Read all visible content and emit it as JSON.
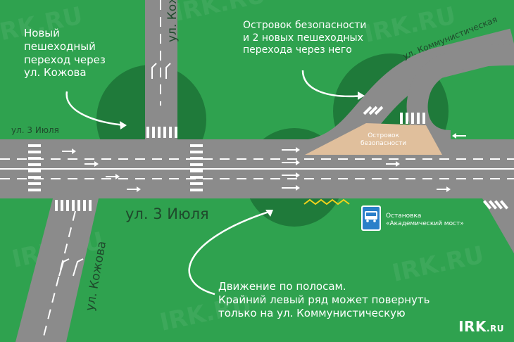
{
  "annotations": {
    "new_crossing": "Новый\nпешеходный\nпереход через\nул. Кожова",
    "safety_island_note": "Островок безопасности\nи 2 новых пешеходных\nперехода через него",
    "lanes_note": "Движение по полосам.\nКрайний левый ряд может повернуть\nтолько на ул. Коммунистическую"
  },
  "streets": {
    "iyulya_small": "ул. 3 Июля",
    "iyulya_big": "ул. 3 Июля",
    "kozhova_top": "ул. Кожова",
    "kozhova_bottom": "ул. Кожова",
    "kommunisticheskaya": "ул. Коммунистическая"
  },
  "island_label": "Островок\nбезопасности",
  "bus_stop": {
    "label": "Остановка\n«Академический мост»",
    "icon": "bus-icon"
  },
  "brand": {
    "name": "IRK",
    "suffix": ".RU"
  },
  "watermark": "IRK.RU",
  "colors": {
    "grass": "#2fa24f",
    "road": "#8b8b8b",
    "dark_circle": "#1f7a3a",
    "island": "#e0bf9c",
    "bus_sign": "#2a7fc9",
    "warning": "#f2d21b"
  }
}
